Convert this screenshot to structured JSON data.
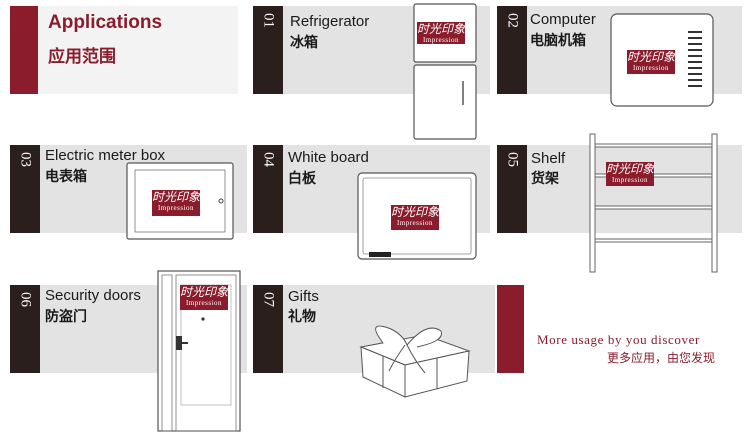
{
  "header": {
    "title": "Applications",
    "subtitle": "应用范围"
  },
  "items": [
    {
      "num": "01",
      "en": "Refrigerator",
      "zh": "冰箱"
    },
    {
      "num": "02",
      "en": "Computer",
      "zh": "电脑机箱"
    },
    {
      "num": "03",
      "en": "Electric meter box",
      "zh": "电表箱"
    },
    {
      "num": "04",
      "en": "White board",
      "zh": "白板"
    },
    {
      "num": "05",
      "en": "Shelf",
      "zh": "货架"
    },
    {
      "num": "06",
      "en": "Security doors",
      "zh": "防盗门"
    },
    {
      "num": "07",
      "en": "Gifts",
      "zh": "礼物"
    }
  ],
  "logo": {
    "brand": "时光印象",
    "sub": "Impression"
  },
  "footer": {
    "en": "More usage by you discover",
    "zh": "更多应用，由您发现"
  },
  "colors": {
    "accent": "#8b1c2c",
    "tab": "#2a1f1d",
    "band": "#e3e3e3"
  }
}
